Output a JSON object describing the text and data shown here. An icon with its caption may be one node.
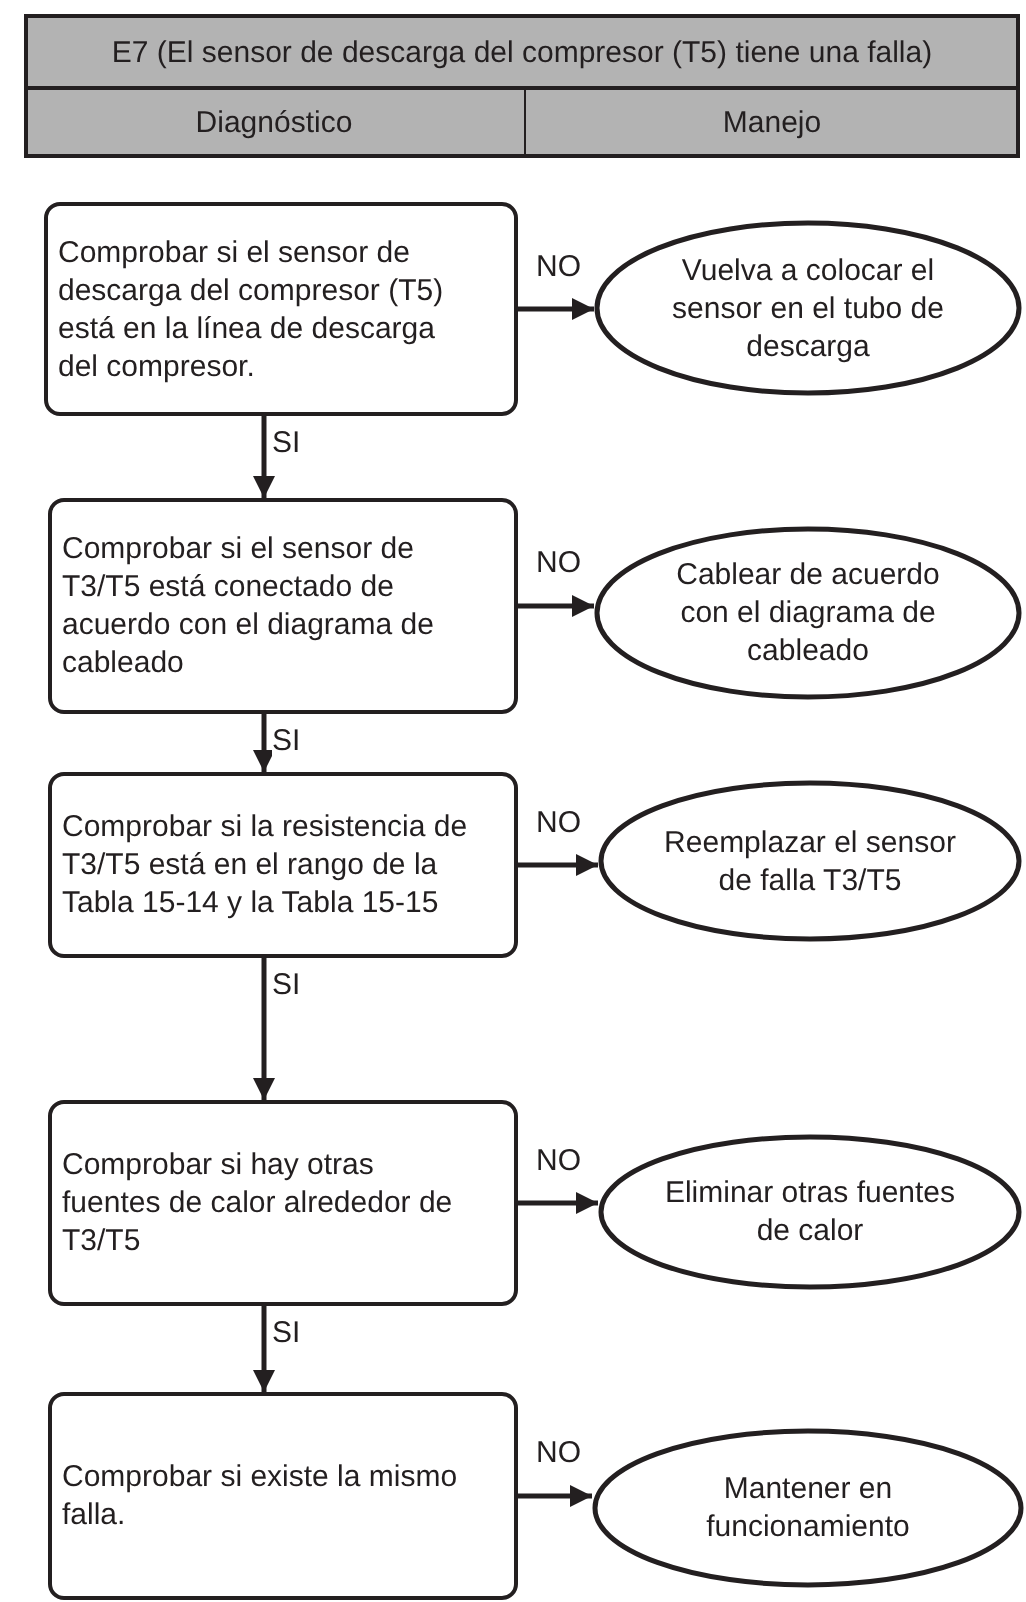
{
  "diagram": {
    "title": "E7 (El sensor de descarga del compresor (T5) tiene una falla)",
    "nodes": [
      {
        "text": [
          "Comprobar si el sensor de descarga del compresor (T5) está  en la línea de descarga del compresor."
        ]
      },
      {
        "text": [
          "Vuelva a colocar el sensor en el tubo de descarga"
        ]
      },
      {
        "text": [
          "Comprobar si el sensor de T3/T5 está conectado de acuerdo con el diagrama de cableado"
        ]
      },
      {
        "text": [
          "Cablear de acuerdo con el diagrama de cableado"
        ]
      },
      {
        "text": [
          "Comprobar si la resistencia de T3/T5 está en el rango de la Tabla 15-14 y la Tabla 15-15"
        ]
      },
      {
        "text": [
          "Reemplazar el sensor de falla T3/T5"
        ]
      },
      {
        "text": [
          "Comprobar si hay otras fuentes de calor alrededor de T3/T5"
        ]
      },
      {
        "text": [
          "Eliminar otras fuentes de calor"
        ]
      },
      {
        "text": [
          "Comprobar si existe la mismo falla."
        ]
      },
      {
        "text": [
          "Mantener en funcionamiento"
        ]
      }
    ],
    "edges": [
      {
        "from": 0,
        "to": 1,
        "arrow": "to",
        "label": "NO"
      },
      {
        "from": 0,
        "to": 2,
        "arrow": "to",
        "label": "SI"
      },
      {
        "from": 2,
        "to": 3,
        "arrow": "to",
        "label": "NO"
      },
      {
        "from": 2,
        "to": 4,
        "arrow": "to",
        "label": "SI"
      },
      {
        "from": 4,
        "to": 5,
        "arrow": "to",
        "label": "NO"
      },
      {
        "from": 4,
        "to": 6,
        "arrow": "to",
        "label": "SI"
      },
      {
        "from": 6,
        "to": 7,
        "arrow": "to",
        "label": "NO"
      },
      {
        "from": 6,
        "to": 8,
        "arrow": "to",
        "label": "SI"
      },
      {
        "from": 8,
        "to": 9,
        "arrow": "to",
        "label": "NO"
      }
    ],
    "labels": [
      "Diagnóstico",
      "Manejo"
    ]
  }
}
